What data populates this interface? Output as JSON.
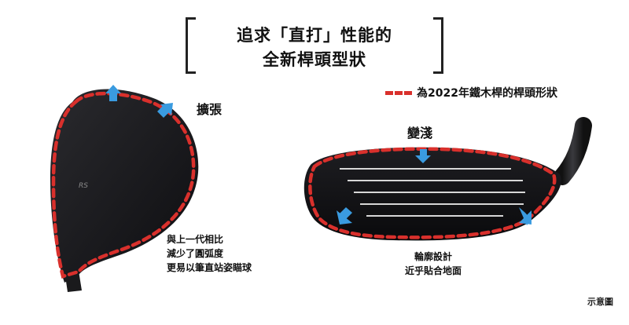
{
  "title": {
    "line1": "追求「直打」性能的",
    "line2": "全新桿頭型狀"
  },
  "legend": {
    "text": "為2022年鐵木桿的桿頭形狀",
    "color": "#d9302c"
  },
  "left_head": {
    "expand_label": "擴張",
    "club_mark": "RS",
    "notes": [
      "與上一代相比",
      "減少了圓弧度",
      "更易以筆直站姿瞄球"
    ]
  },
  "right_head": {
    "shallow_label": "變淺",
    "notes": [
      "輪廓設計",
      "近乎貼合地面"
    ]
  },
  "footnote": "示意圖",
  "colors": {
    "outline": "#d9302c",
    "arrow": "#3a9be0",
    "club": "#1b1b1e",
    "groove": "#d7d7d7"
  }
}
